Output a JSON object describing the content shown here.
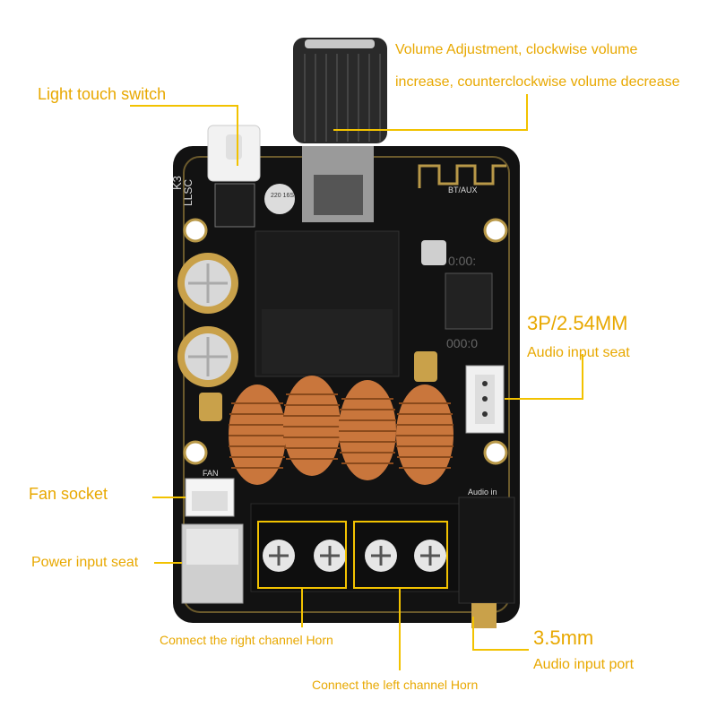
{
  "annotations": {
    "volume_line1": "Volume Adjustment, clockwise volume",
    "volume_line2": "increase, counterclockwise volume decrease",
    "light_touch_switch": "Light touch switch",
    "audio_seat_title": "3P/2.54MM",
    "audio_seat_sub": "Audio input seat",
    "fan_socket": "Fan socket",
    "power_input": "Power input seat",
    "right_channel": "Connect the right channel Horn",
    "left_channel": "Connect the left channel Horn",
    "jack_title": "3.5mm",
    "jack_sub": "Audio input port"
  },
  "board_silkscreen": {
    "model": "K3",
    "brand": "LLSC",
    "bt_aux": "BT/AUX",
    "fan": "FAN",
    "audio_in": "Audio in",
    "cap_marking": "220 16S",
    "chip_mark_1": "0:00:",
    "chip_mark_2": "000:0"
  },
  "colors": {
    "annotation": "#e8a800",
    "leader": "#f2c200",
    "pcb": "#111111",
    "copper": "#c9763c"
  }
}
